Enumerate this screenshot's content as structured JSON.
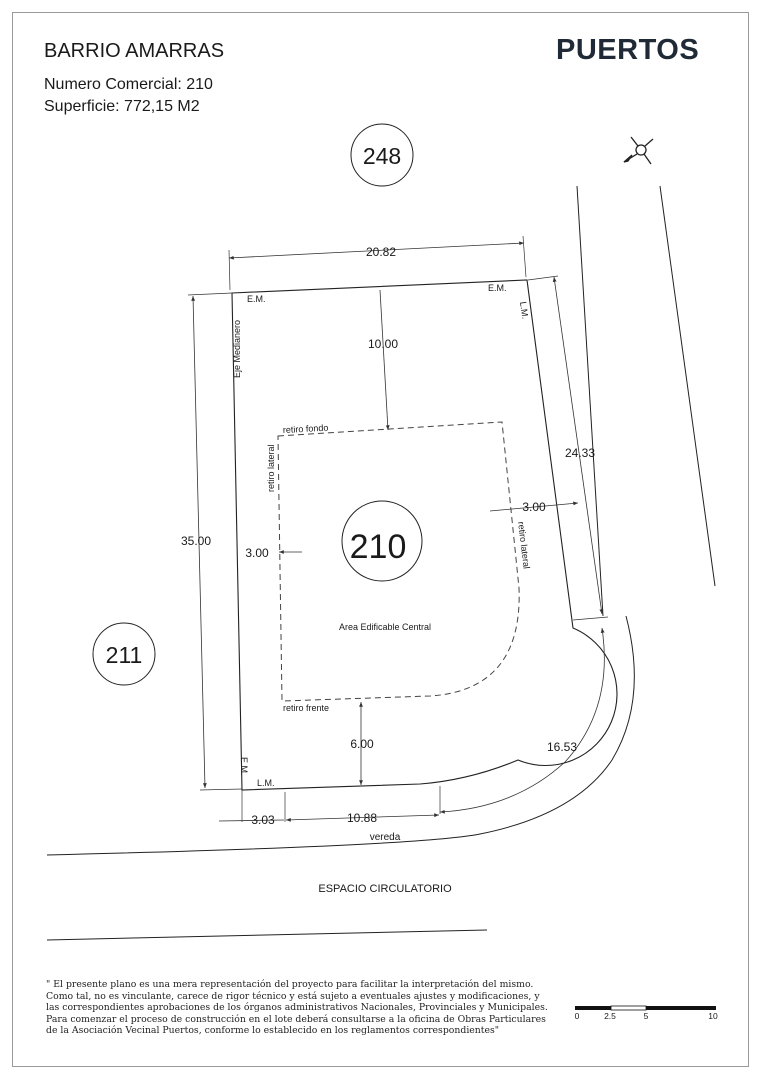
{
  "header": {
    "title": "BARRIO AMARRAS",
    "numero_comercial": "Numero Comercial: 210",
    "superficie": "Superficie: 772,15 M2",
    "brand": "PUERTOS"
  },
  "lots": {
    "main": "210",
    "north": "248",
    "west": "211"
  },
  "dimensions": {
    "top_width": "20.82",
    "left_depth": "35.00",
    "right_side": "24.33",
    "curve_arc": "16.53",
    "front_offset": "3.03",
    "front_straight": "10.88",
    "setback_back": "10.00",
    "setback_left": "3.00",
    "setback_right": "3.00",
    "setback_front": "6.00"
  },
  "labels": {
    "em_top_left": "E.M.",
    "em_top_right": "E.M.",
    "em_bottom_left": "E.M.",
    "lm_right": "L.M.",
    "lm_bottom": "L.M.",
    "eje_medianero": "Eje Medianero",
    "retiro_fondo": "retiro fondo",
    "retiro_lateral_left": "retiro lateral",
    "retiro_lateral_right": "retiro lateral",
    "retiro_frente": "retiro frente",
    "area_edificable": "Area Edificable Central",
    "vereda": "vereda",
    "espacio_circulatorio": "ESPACIO CIRCULATORIO"
  },
  "scale": {
    "ticks": [
      "0",
      "2.5",
      "5",
      "10"
    ]
  },
  "disclaimer": [
    "\" El presente plano es una mera representación del proyecto para facilitar la interpretación del mismo.",
    "Como tal, no es vinculante, carece de rigor técnico y está sujeto a eventuales ajustes y modificaciones, y",
    "las correspondientes aprobaciones de los órganos administrativos Nacionales, Provinciales y Municipales.",
    "Para comenzar el proceso de construcción en el lote deberá consultarse a la oficina de Obras Particulares",
    "de la Asociación Vecinal Puertos, conforme lo establecido en los reglamentos correspondientes\""
  ]
}
